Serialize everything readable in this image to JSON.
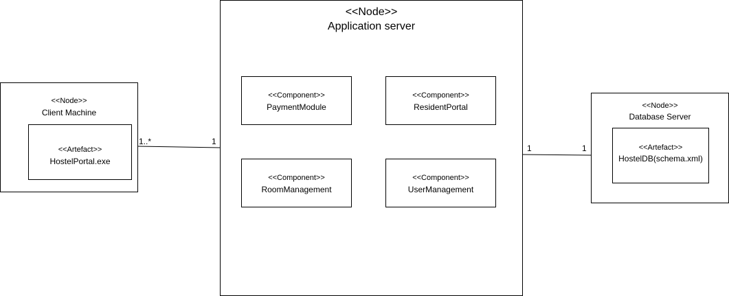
{
  "client_node": {
    "stereotype": "<<Node>>",
    "name": "Client Machine",
    "artefact": {
      "stereotype": "<<Artefact>>",
      "name": "HostelPortal.exe"
    }
  },
  "app_node": {
    "stereotype": "<<Node>>",
    "name": "Application server",
    "components": [
      {
        "stereotype": "<<Component>>",
        "name": "PaymentModule"
      },
      {
        "stereotype": "<<Component>>",
        "name": "ResidentPortal"
      },
      {
        "stereotype": "<<Component>>",
        "name": "RoomManagement"
      },
      {
        "stereotype": "<<Component>>",
        "name": "UserManagement"
      }
    ]
  },
  "db_node": {
    "stereotype": "<<Node>>",
    "name": "Database Server",
    "artefact": {
      "stereotype": "<<Artefact>>",
      "name": "HostelDB(schema.xml)"
    }
  },
  "connections": [
    {
      "from": "Client Machine",
      "to": "Application server",
      "from_multiplicity": "1..*",
      "to_multiplicity": "1"
    },
    {
      "from": "Application server",
      "to": "Database Server",
      "from_multiplicity": "1",
      "to_multiplicity": "1"
    }
  ]
}
